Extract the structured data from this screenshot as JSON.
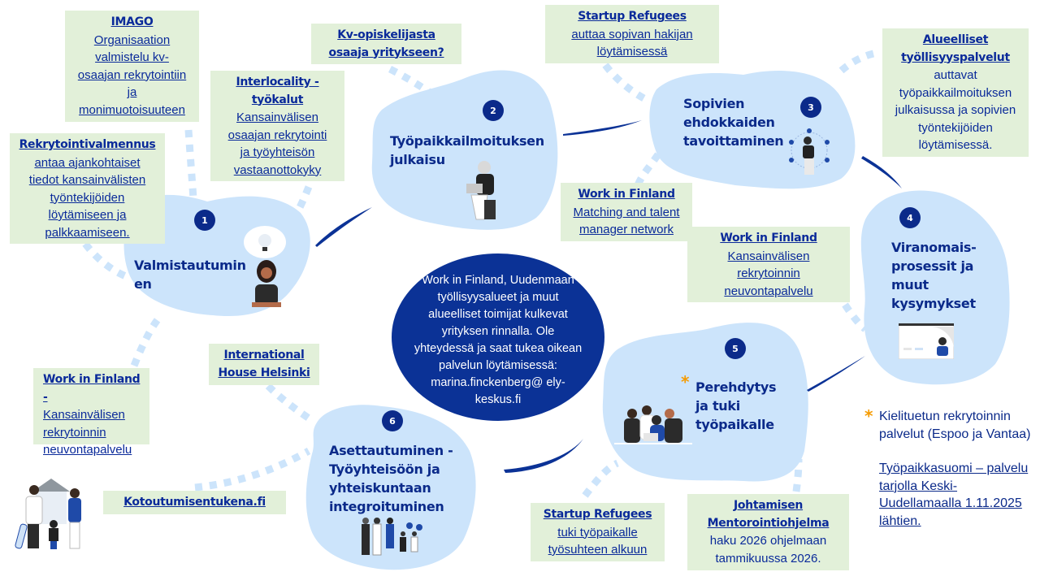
{
  "colors": {
    "accent": "#0b2a8a",
    "box_bg": "#e2f0d9",
    "blob_bg": "#cce4fb",
    "center_bg": "#0b3296",
    "star": "#f59b00"
  },
  "stages": [
    {
      "number": "1",
      "title": "Valmistautuminen",
      "icon": "thinking-woman-lightbulb-icon"
    },
    {
      "number": "2",
      "title": "Työpaikkailmoituksen julkaisu",
      "icon": "woman-with-laptop-icon"
    },
    {
      "number": "3",
      "title": "Sopivien ehdokkaiden tavoittaminen",
      "icon": "man-network-candidates-icon"
    },
    {
      "number": "4",
      "title": "Viranomais-prosessit ja muut kysymykset",
      "icon": "video-call-screen-icon"
    },
    {
      "number": "5",
      "title": "Perehdytys ja tuki työpaikalle",
      "icon": "team-at-laptop-icon",
      "star": "*"
    },
    {
      "number": "6",
      "title": "Asettautuminen - Työyhteisöön ja yhteiskuntaan integroituminen",
      "icon": "family-community-icon"
    }
  ],
  "stage_lines": {
    "s1": "Valmistautuminen",
    "s2": [
      "Työpaikkailmoituksen",
      "julkaisu"
    ],
    "s3": [
      "Sopivien",
      "ehdokkaiden",
      "tavoittaminen"
    ],
    "s4": [
      "Viranomais-",
      "prosessit ja",
      "muut",
      "kysymykset"
    ],
    "s5": [
      "Perehdytys ja",
      "tuki",
      "työpaikalle"
    ],
    "s6": [
      "Asettautuminen -",
      "Työyhteisöön ja",
      "yhteiskuntaan",
      "integroituminen"
    ]
  },
  "services": {
    "imago": {
      "title": "IMAGO",
      "lines": [
        "Organisaation",
        "valmistelu kv-",
        "osaajan rekrytointiin",
        "ja",
        "monimuotoisuuteen"
      ]
    },
    "kv_opiskelija": {
      "title": [
        "Kv-opiskelijasta",
        "osaaja yritykseen?"
      ]
    },
    "interlocality": {
      "title": [
        "Interlocality -",
        "työkalut"
      ],
      "lines": [
        "Kansainvälisen",
        "osaajan rekrytointi",
        "ja työyhteisön",
        "vastaanottokyky"
      ]
    },
    "rekrytointivalmennus": {
      "title": "Rekrytointivalmennus",
      "lines": [
        "antaa ajankohtaiset",
        "tiedot kansainvälisten",
        "työntekijöiden",
        "löytämiseen ja",
        "palkkaamiseen."
      ]
    },
    "startup_top": {
      "title": "Startup Refugees",
      "lines": [
        "auttaa sopivan hakijan",
        "löytämisessä"
      ]
    },
    "alueelliset": {
      "title": [
        "Alueelliset",
        "työllisyyspalvelut"
      ],
      "lines": [
        "auttavat",
        "työpaikkailmoituksen",
        "julkaisussa ja sopivien",
        "työntekijöiden",
        "löytämisessä."
      ]
    },
    "wif_matching": {
      "title": "Work in Finland",
      "lines": [
        "Matching and talent",
        "manager network"
      ]
    },
    "wif_neuvonta_right": {
      "title": "Work in Finland",
      "lines": [
        "Kansainvälisen",
        "rekrytoinnin",
        "neuvontapalvelu"
      ]
    },
    "wif_neuvonta_left": {
      "title": "Work in Finland -",
      "lines": [
        "Kansainvälisen",
        "rekrytoinnin",
        "neuvontapalvelu"
      ]
    },
    "ihh": {
      "title": [
        "International",
        "House Helsinki"
      ]
    },
    "kotoutuminen": {
      "title": "Kotoutumisentukena.fi"
    },
    "startup_bottom": {
      "title": "Startup Refugees",
      "lines": [
        "tuki työpaikalle",
        "työsuhteen alkuun"
      ]
    },
    "johtamisen": {
      "title": [
        "Johtamisen",
        "Mentorointiohjelma"
      ],
      "lines": [
        "haku 2026 ohjelmaan",
        "tammikuussa 2026."
      ]
    }
  },
  "center": {
    "text": "Work in Finland, Uudenmaan työllisyysalueet ja muut alueelliset toimijat kulkevat yrityksen rinnalla. Ole yhteydessä ja saat tukea oikean palvelun löytämisessä: marina.finckenberg@ ely-keskus.fi"
  },
  "note": {
    "star": "*",
    "text": "Kielituetun rekrytoinnin palvelut (Espoo ja Vantaa)",
    "link": "Työpaikkasuomi – palvelu tarjolla Keski-Uudellamaalla 1.11.2025 lähtien."
  }
}
